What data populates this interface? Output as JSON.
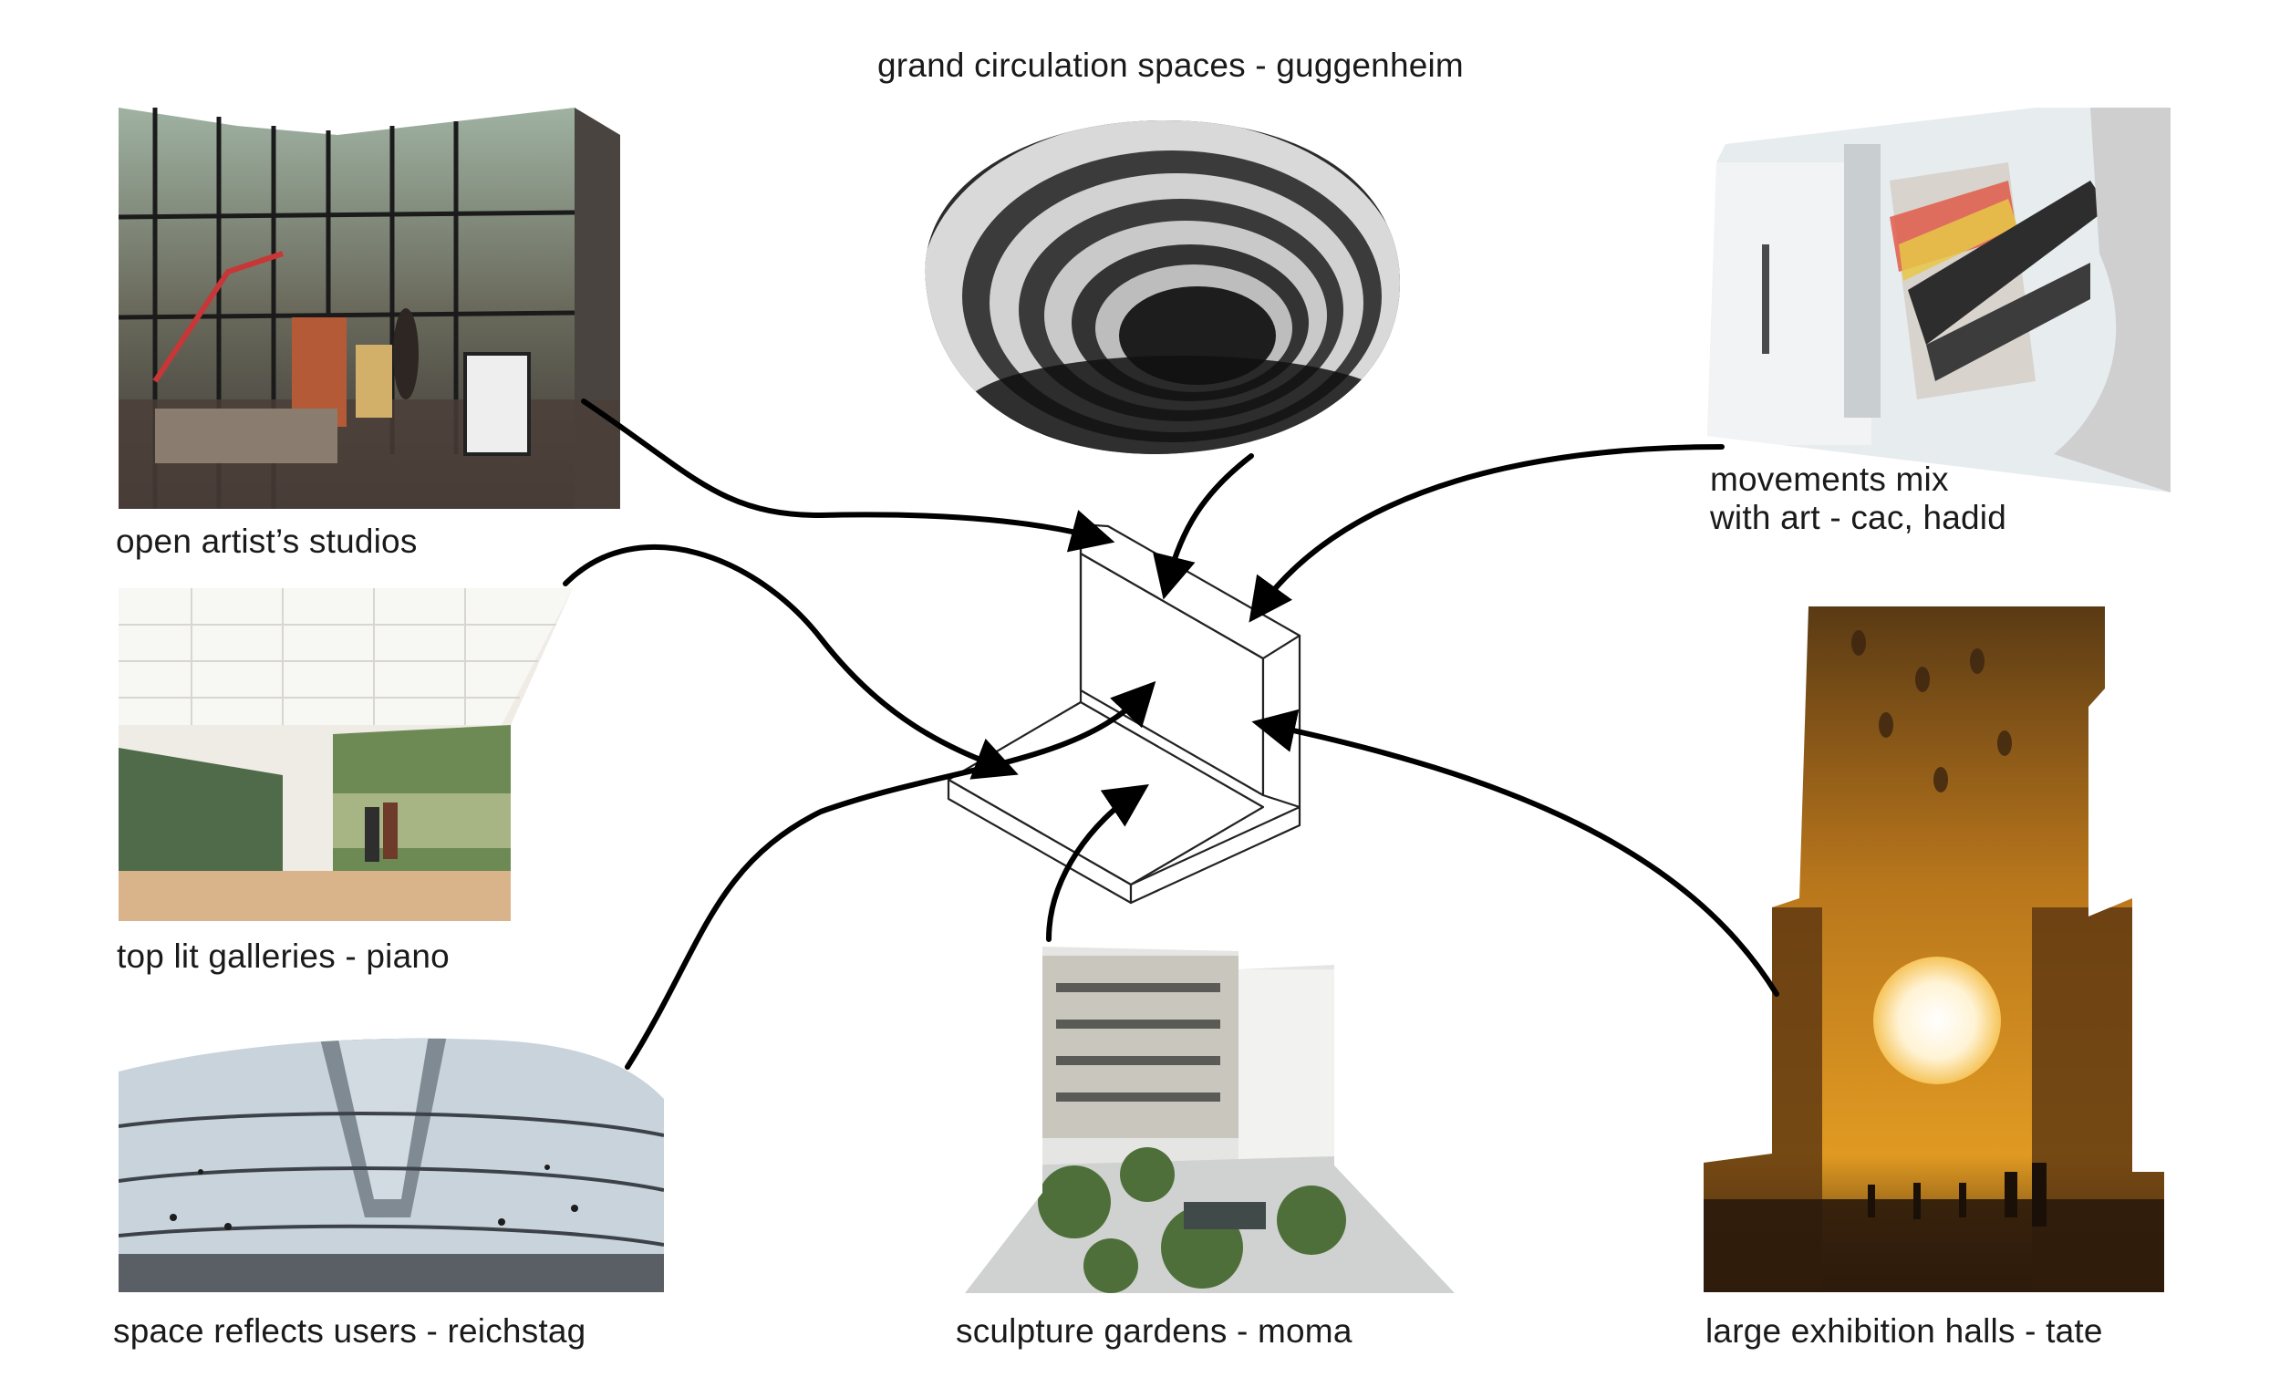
{
  "captions": {
    "studios": "open artist’s studios",
    "guggenheim": "grand circulation spaces - guggenheim",
    "cac_line1": "movements mix",
    "cac_line2": "with art - cac, hadid",
    "piano": "top lit galleries - piano",
    "reichstag": "space reflects users - reichstag",
    "moma": "sculpture gardens - moma",
    "tate": "large exhibition halls - tate"
  },
  "colors": {
    "arrow": "#000000",
    "cube_line": "#222222",
    "tate_glow": "#f2a41c",
    "guggenheim_tone": "#3a3a3a"
  }
}
